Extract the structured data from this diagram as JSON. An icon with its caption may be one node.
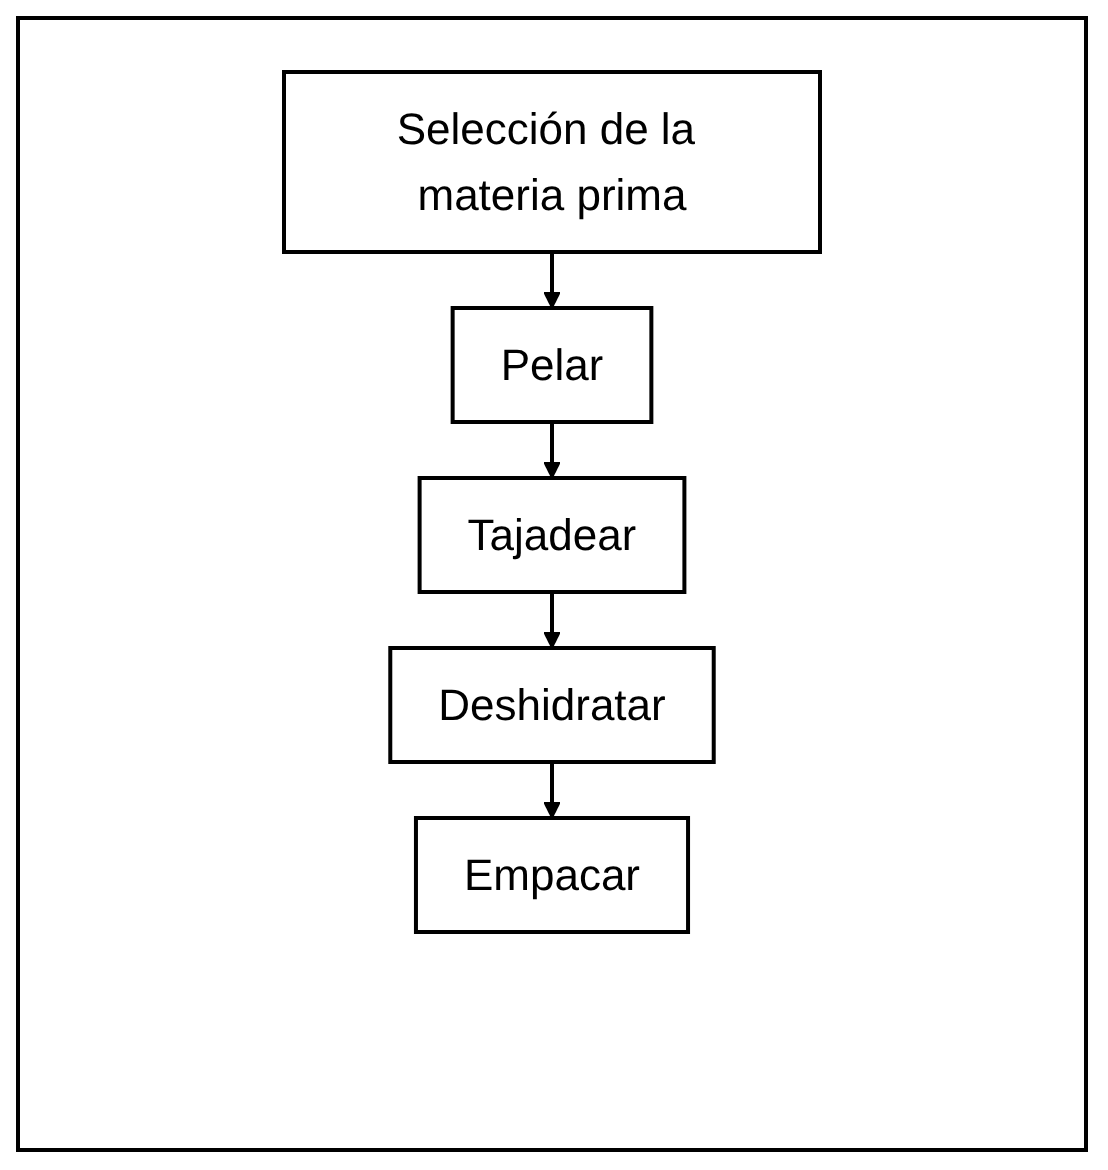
{
  "diagram": {
    "nodes": [
      {
        "text": [
          "Selección de la materia prima"
        ]
      },
      {
        "text": [
          "Pelar"
        ]
      },
      {
        "text": [
          "Tajadear"
        ]
      },
      {
        "text": [
          "Deshidratar"
        ]
      },
      {
        "text": [
          "Empacar"
        ]
      }
    ],
    "edges": [
      {
        "from": 0,
        "to": 1,
        "arrow": "to"
      },
      {
        "from": 1,
        "to": 2,
        "arrow": "to"
      },
      {
        "from": 2,
        "to": 3,
        "arrow": "to"
      },
      {
        "from": 3,
        "to": 4,
        "arrow": "to"
      }
    ]
  }
}
